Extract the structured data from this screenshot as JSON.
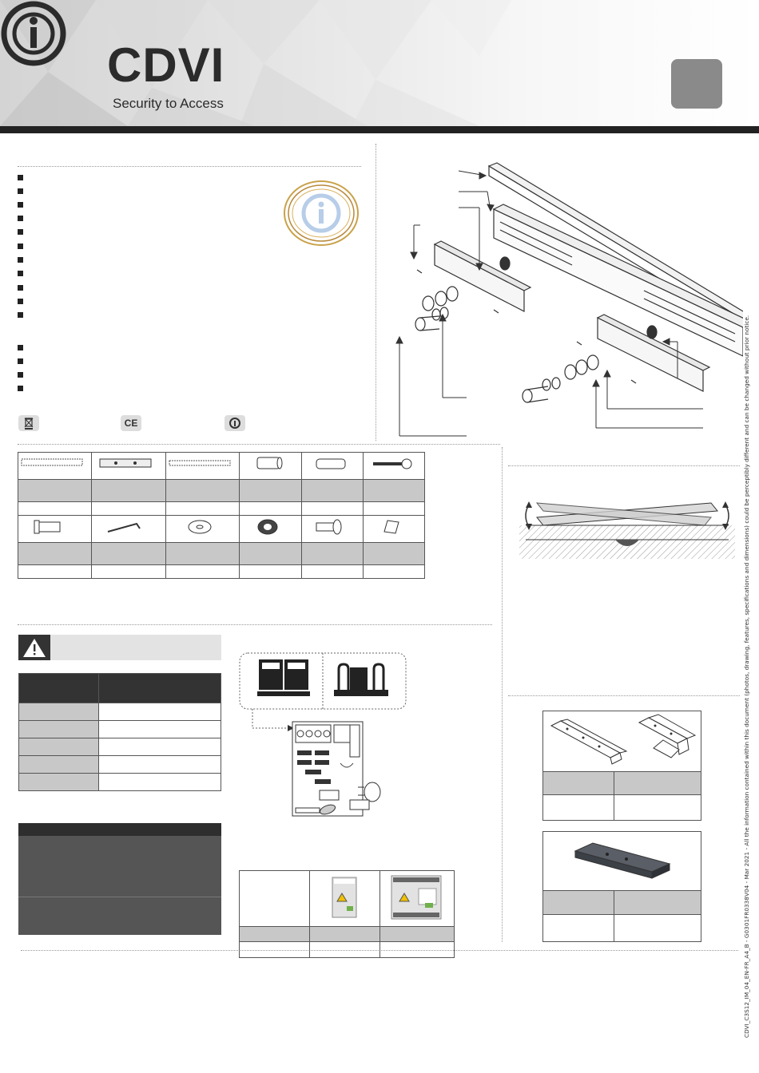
{
  "header": {
    "brand": "CDVI",
    "tagline": "Security to Access"
  },
  "icons": {
    "logo": "cdvi-logo-icon",
    "seal": "cdvi-seal-icon",
    "warning": "warning-triangle-icon",
    "weee": "weee-bin-icon"
  },
  "badges": {
    "ce": "CE"
  },
  "footer": {
    "document_note": "CDVI_C3S12_IM_04_EN-FR_A4_B - G0301FR0338V04 - Mar 2021 - All the information contained within this document (photos, drawing, features, specifications and dimensions) could be perceptibly different and can be changed without prior notice."
  },
  "colors": {
    "accent_dark": "#222222",
    "table_header": "#333333",
    "row_shade": "#c8c8c8",
    "lang_badge": "#8a8a8a"
  }
}
